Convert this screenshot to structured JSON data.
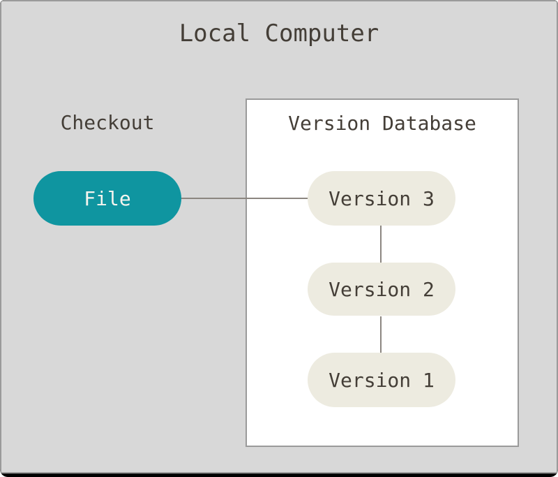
{
  "diagram": {
    "title": "Local Computer",
    "checkout_label": "Checkout",
    "file_label": "File",
    "version_database_title": "Version Database",
    "versions": [
      "Version 3",
      "Version 2",
      "Version 1"
    ]
  },
  "colors": {
    "background": "#d8d8d8",
    "frame-edge": "#000000",
    "border-gray": "#9a9a9a",
    "box-bg": "#ffffff",
    "pill-teal": "#0f95a0",
    "pill-beige": "#edebe0",
    "text-dark": "#443e37",
    "text-light": "#f6f5ef",
    "connector": "#8b8680"
  }
}
